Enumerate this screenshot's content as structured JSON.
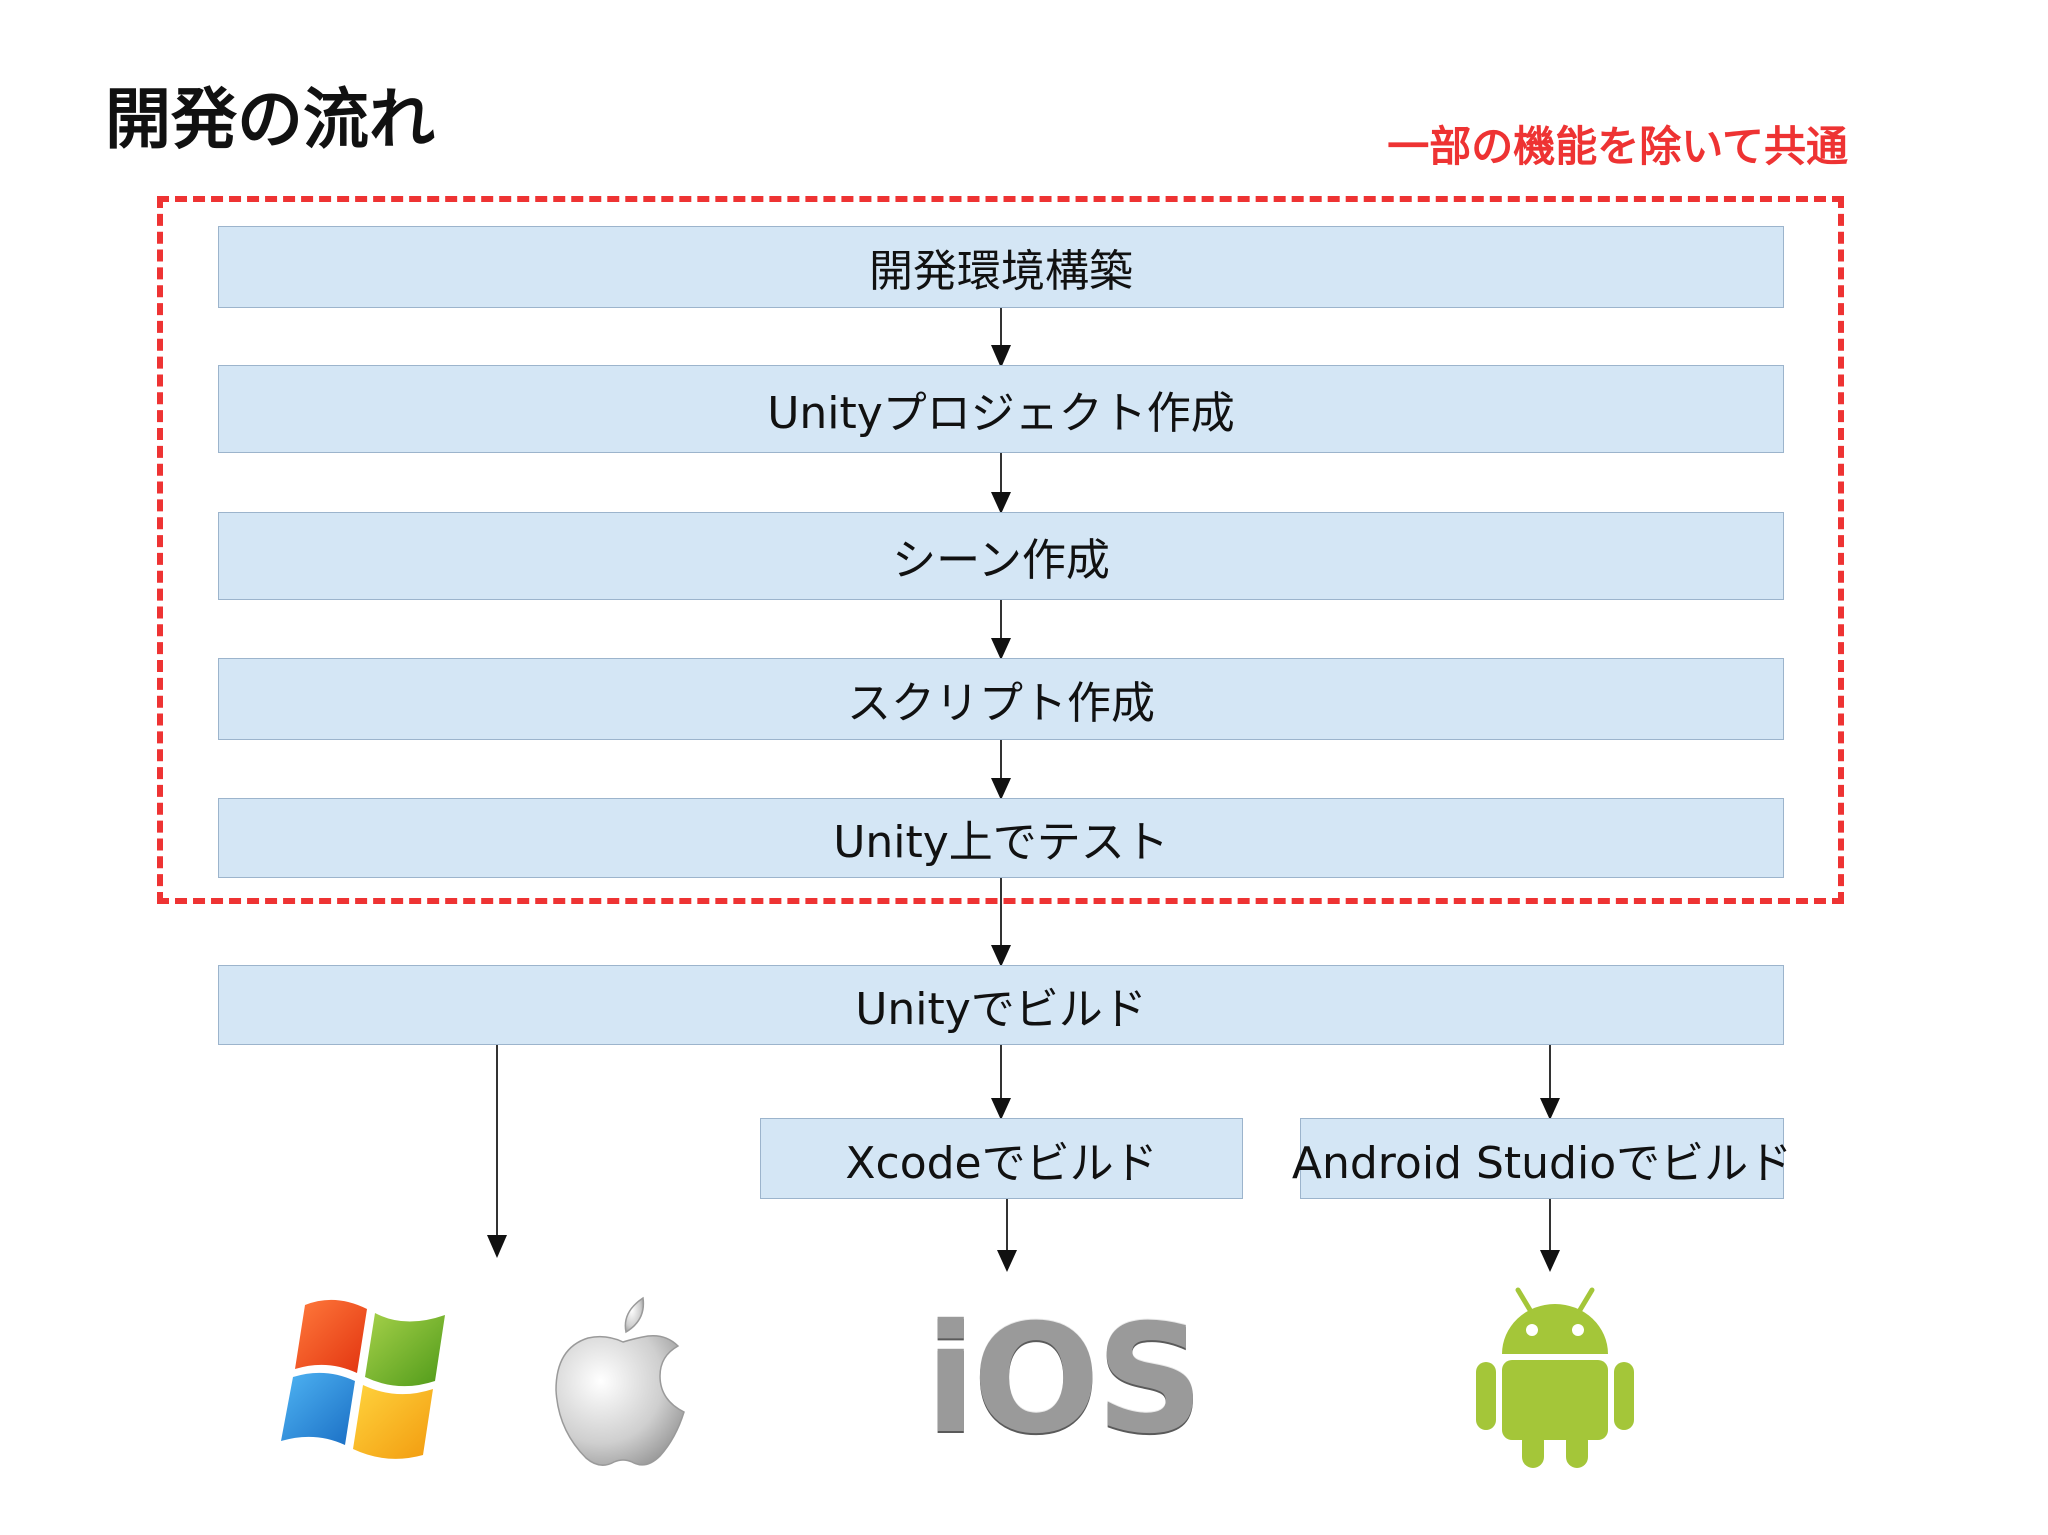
{
  "title": "開発の流れ",
  "common_note": "一部の機能を除いて共通",
  "steps": [
    "開発環境構築",
    "Unityプロジェクト作成",
    "シーン作成",
    "スクリプト作成",
    "Unity上でテスト",
    "Unityでビルド",
    "Xcodeでビルド",
    "Android Studioでビルド"
  ],
  "ios_label": "iOS",
  "logos": [
    "windows-logo",
    "apple-logo",
    "ios-logo",
    "android-logo"
  ],
  "colors": {
    "box_fill": "#d4e6f5",
    "box_border": "#9cb4cc",
    "dashed_border": "#ee3333",
    "note_text": "#ee3333",
    "android_green": "#a4c639"
  }
}
